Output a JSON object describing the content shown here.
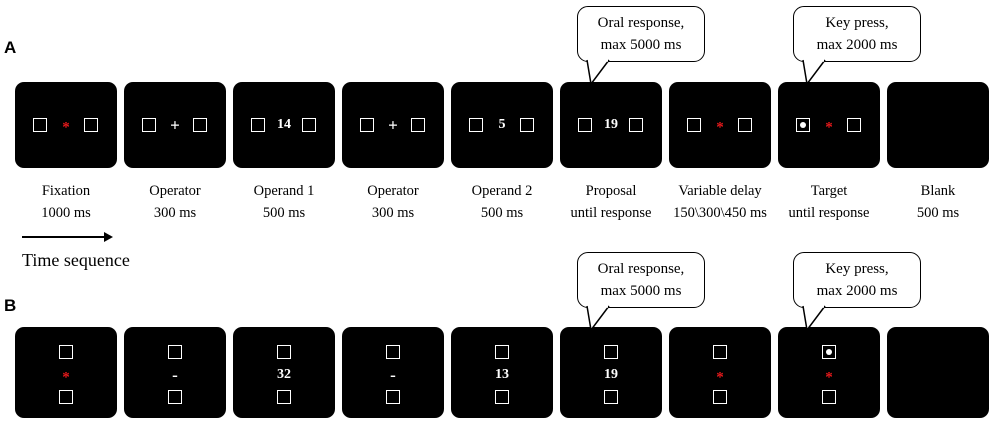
{
  "panels": {
    "a": "A",
    "b": "B"
  },
  "time_sequence": "Time sequence",
  "row_a": [
    {
      "center": "*",
      "red": true,
      "name": "fixation",
      "caption1": "Fixation",
      "caption2": "1000 ms"
    },
    {
      "center": "+",
      "red": false,
      "name": "operator",
      "caption1": "Operator",
      "caption2": "300 ms"
    },
    {
      "center": "14",
      "red": false,
      "name": "operand-1",
      "caption1": "Operand 1",
      "caption2": "500 ms"
    },
    {
      "center": "+",
      "red": false,
      "name": "operator",
      "caption1": "Operator",
      "caption2": "300 ms"
    },
    {
      "center": "5",
      "red": false,
      "name": "operand-2",
      "caption1": "Operand 2",
      "caption2": "500 ms"
    },
    {
      "center": "19",
      "red": false,
      "name": "proposal",
      "caption1": "Proposal",
      "caption2": "until response"
    },
    {
      "center": "*",
      "red": true,
      "name": "variable-delay",
      "caption1": "Variable delay",
      "caption2": "150\\300\\450 ms"
    },
    {
      "center": "*",
      "red": true,
      "name": "target",
      "caption1": "Target",
      "caption2": "until response",
      "dot": "left"
    },
    {
      "center": "",
      "red": false,
      "name": "blank",
      "caption1": "Blank",
      "caption2": "500 ms",
      "noboxes": true
    }
  ],
  "row_b": [
    {
      "center": "*",
      "red": true,
      "name": "fixation"
    },
    {
      "center": "-",
      "red": false,
      "name": "operator"
    },
    {
      "center": "32",
      "red": false,
      "name": "operand-1"
    },
    {
      "center": "-",
      "red": false,
      "name": "operator"
    },
    {
      "center": "13",
      "red": false,
      "name": "operand-2"
    },
    {
      "center": "19",
      "red": false,
      "name": "proposal"
    },
    {
      "center": "*",
      "red": true,
      "name": "variable-delay"
    },
    {
      "center": "*",
      "red": true,
      "name": "target",
      "dot": "top"
    },
    {
      "center": "",
      "red": false,
      "name": "blank",
      "noboxes": true
    }
  ],
  "bubbles": {
    "oral_line1": "Oral response,",
    "oral_line2": "max 5000 ms",
    "key_line1": "Key press,",
    "key_line2": "max 2000 ms"
  }
}
